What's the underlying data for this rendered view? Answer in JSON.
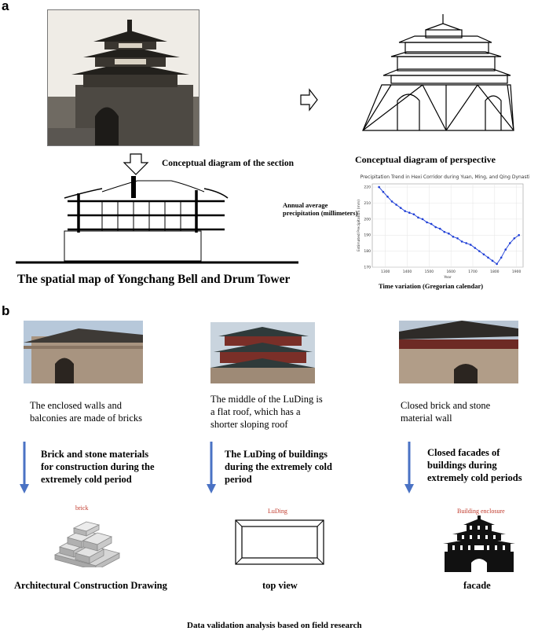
{
  "panel_a": {
    "label": "a",
    "section_caption": "Conceptual diagram of the section",
    "perspective_caption": "Conceptual diagram of perspective",
    "spatial_caption": "The spatial map of Yongchang Bell and Drum Tower",
    "precip_axis_label_line1": "Annual average",
    "precip_axis_label_line2": "precipitation (millimeters)",
    "time_axis_label": "Time variation (Gregorian calendar)",
    "photo_name": "historic-tower-photo"
  },
  "chart_data": {
    "type": "line",
    "title": "Precipitation Trend in Hexi Corridor during Yuan, Ming, and Qing Dynasties",
    "xlabel": "Year",
    "ylabel": "Estimated Precipitation (mm)",
    "xlim": [
      1240,
      1930
    ],
    "ylim": [
      170,
      222
    ],
    "xticks": [
      1300,
      1400,
      1500,
      1600,
      1700,
      1800,
      1900
    ],
    "yticks": [
      170,
      180,
      190,
      200,
      210,
      220
    ],
    "grid": true,
    "series": [
      {
        "color": "#1f3fd6",
        "x": [
          1271,
          1290,
          1310,
          1330,
          1350,
          1370,
          1390,
          1410,
          1430,
          1450,
          1470,
          1490,
          1510,
          1530,
          1550,
          1570,
          1590,
          1610,
          1630,
          1650,
          1670,
          1690,
          1710,
          1730,
          1750,
          1770,
          1790,
          1810,
          1830,
          1850,
          1870,
          1890,
          1911
        ],
        "y": [
          220,
          217,
          214,
          211,
          209,
          207,
          205,
          204,
          203,
          201,
          200,
          198,
          197,
          195,
          194,
          192,
          191,
          189,
          188,
          186,
          185,
          184,
          182,
          180,
          178,
          176,
          174,
          172,
          176,
          181,
          185,
          188,
          190
        ]
      }
    ]
  },
  "panel_b": {
    "label": "b",
    "columns": [
      {
        "description": "The enclosed walls and balconies are made of bricks",
        "arrow_text": "Brick and stone materials for construction during the extremely cold period",
        "icon_label": "brick",
        "caption": "Architectural Construction Drawing"
      },
      {
        "description": "The middle of the LuDing is a flat roof, which has a shorter sloping roof",
        "arrow_text": "The LuDing of buildings during the extremely cold period",
        "icon_label": "LuDing",
        "caption": "top view"
      },
      {
        "description": "Closed brick and stone material wall",
        "arrow_text": "Closed facades of buildings during extremely cold periods",
        "icon_label": "Building enclosure",
        "caption": "facade"
      }
    ],
    "footer": "Data validation analysis based on field research"
  },
  "colors": {
    "arrow_blue": "#4a72c4",
    "label_red": "#c0392b",
    "plot_blue": "#1f3fd6"
  }
}
